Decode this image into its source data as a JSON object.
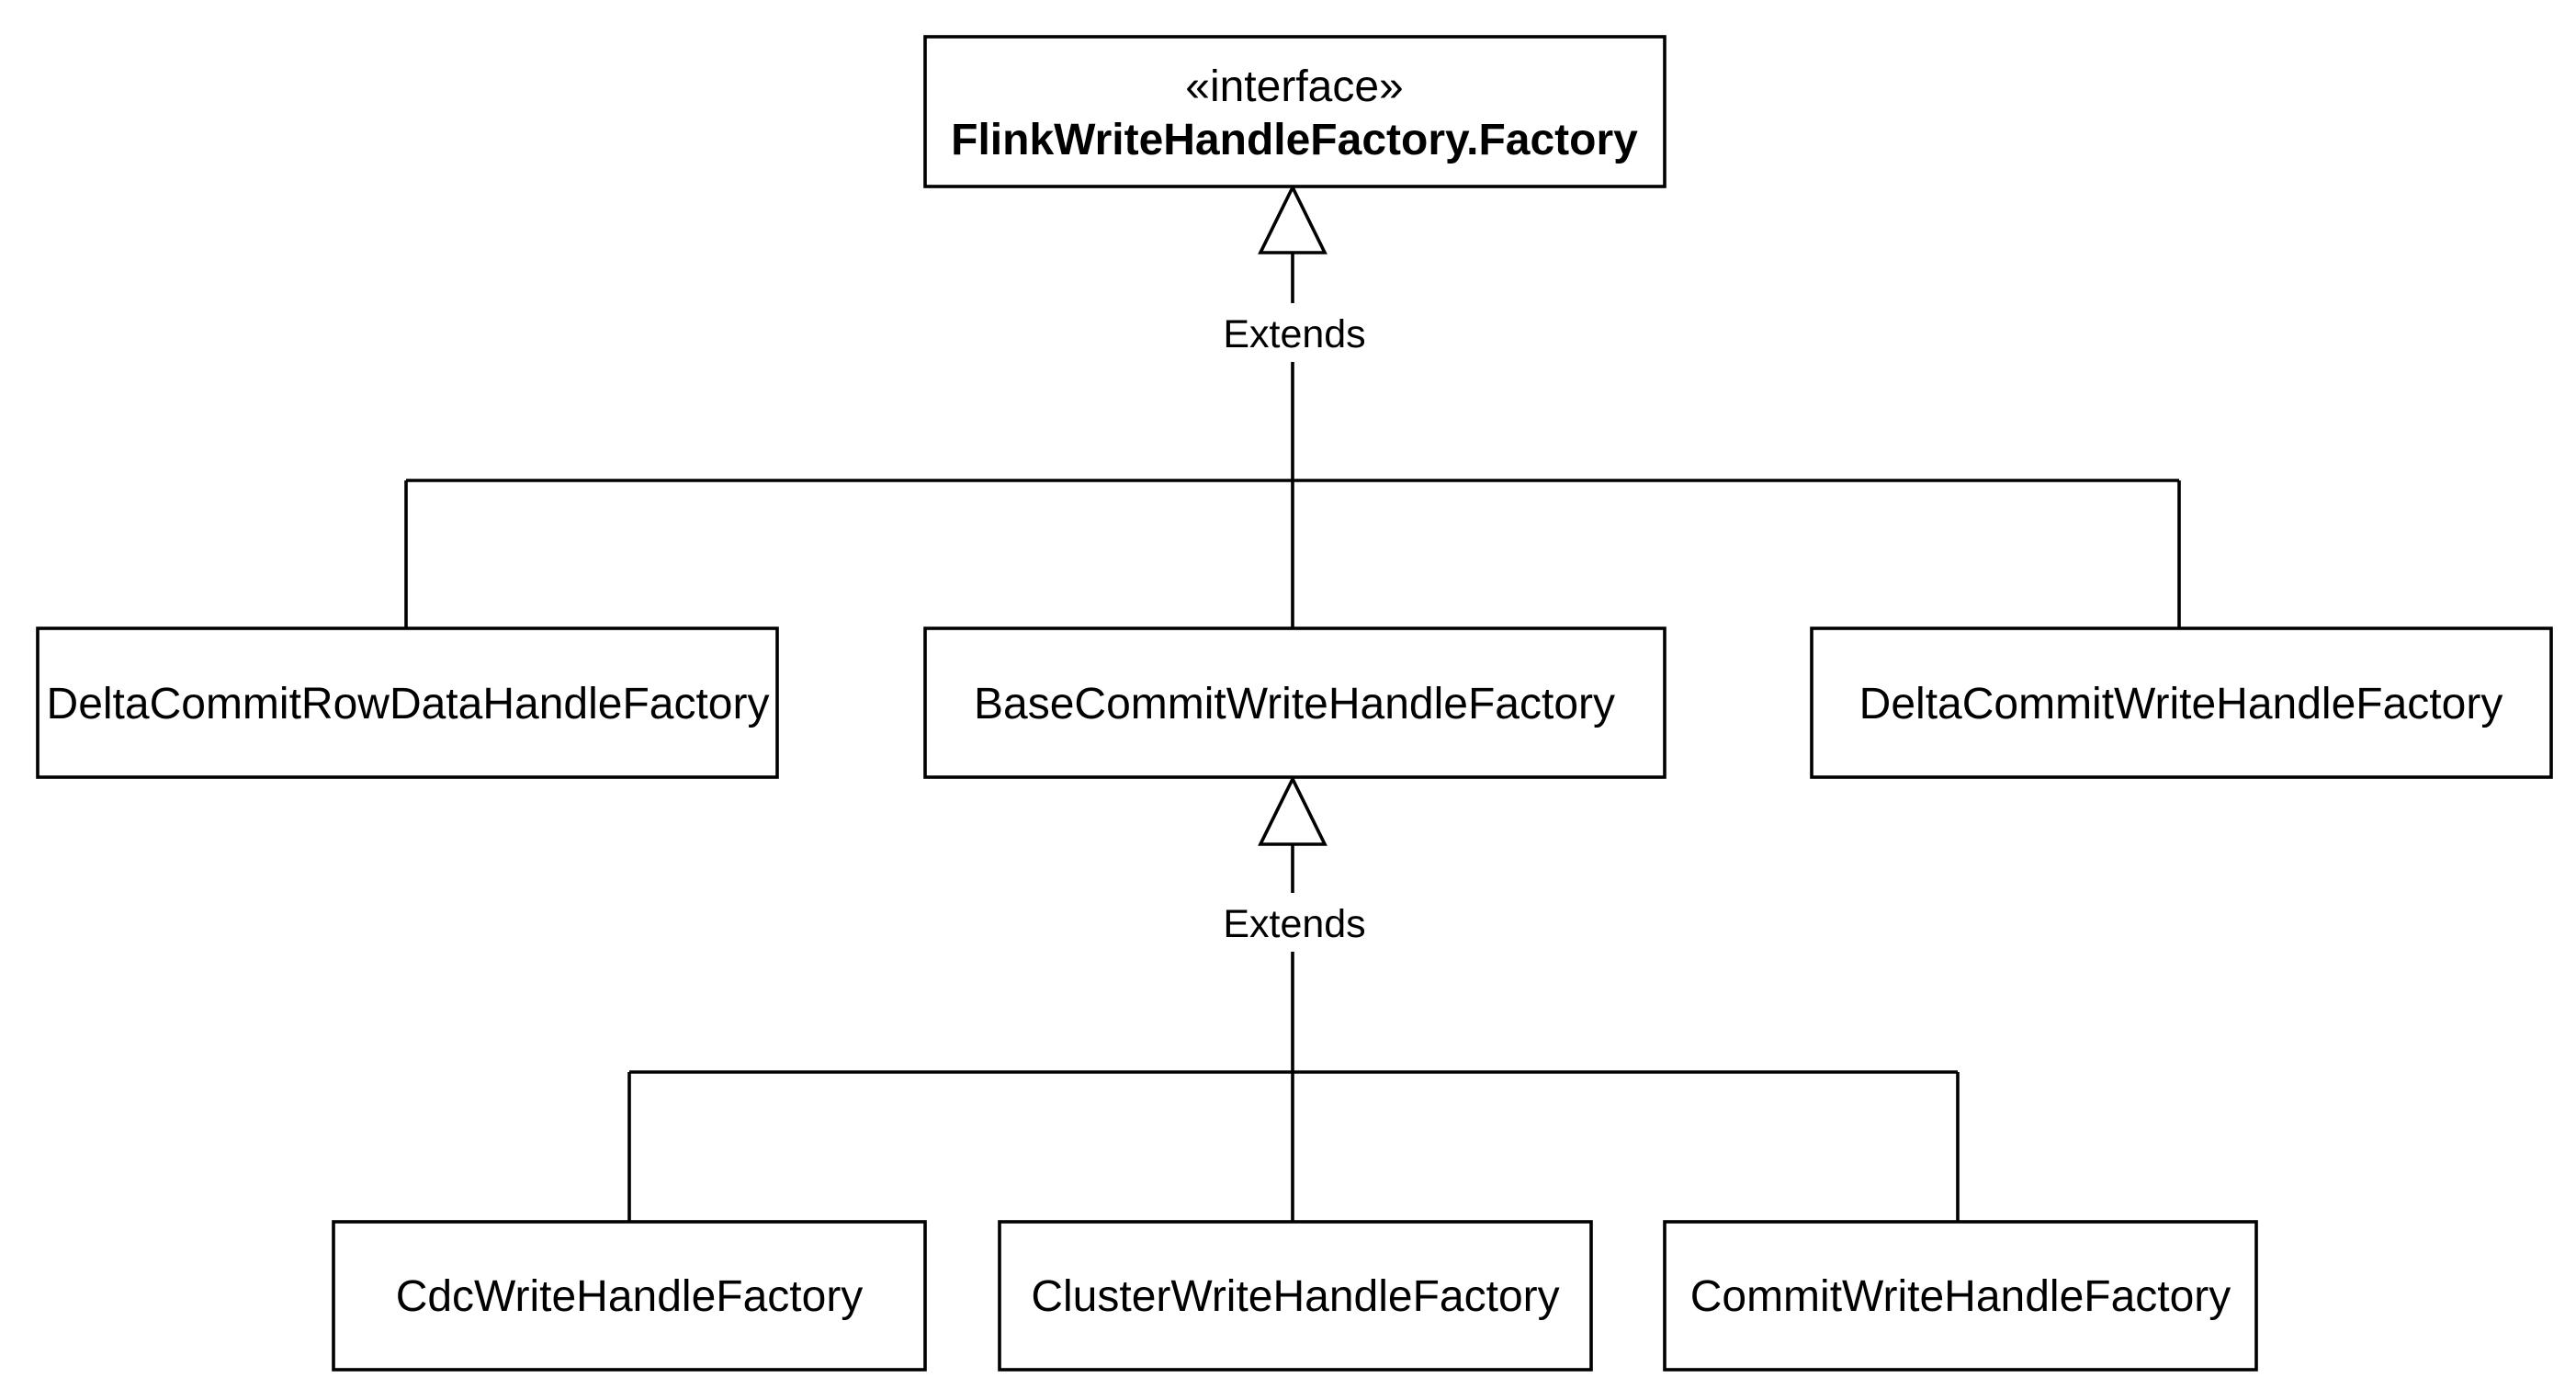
{
  "colors": {
    "line": "#000000",
    "box_fill": "#ffffff",
    "background": "#ffffff"
  },
  "interface_box": {
    "stereotype": "«interface»",
    "name": "FlinkWriteHandleFactory.Factory"
  },
  "edges": {
    "extends_top": "Extends",
    "extends_bottom": "Extends"
  },
  "middle_row": {
    "left": "DeltaCommitRowDataHandleFactory",
    "center": "BaseCommitWriteHandleFactory",
    "right": "DeltaCommitWriteHandleFactory"
  },
  "bottom_row": {
    "left": "CdcWriteHandleFactory",
    "center": "ClusterWriteHandleFactory",
    "right": "CommitWriteHandleFactory"
  }
}
